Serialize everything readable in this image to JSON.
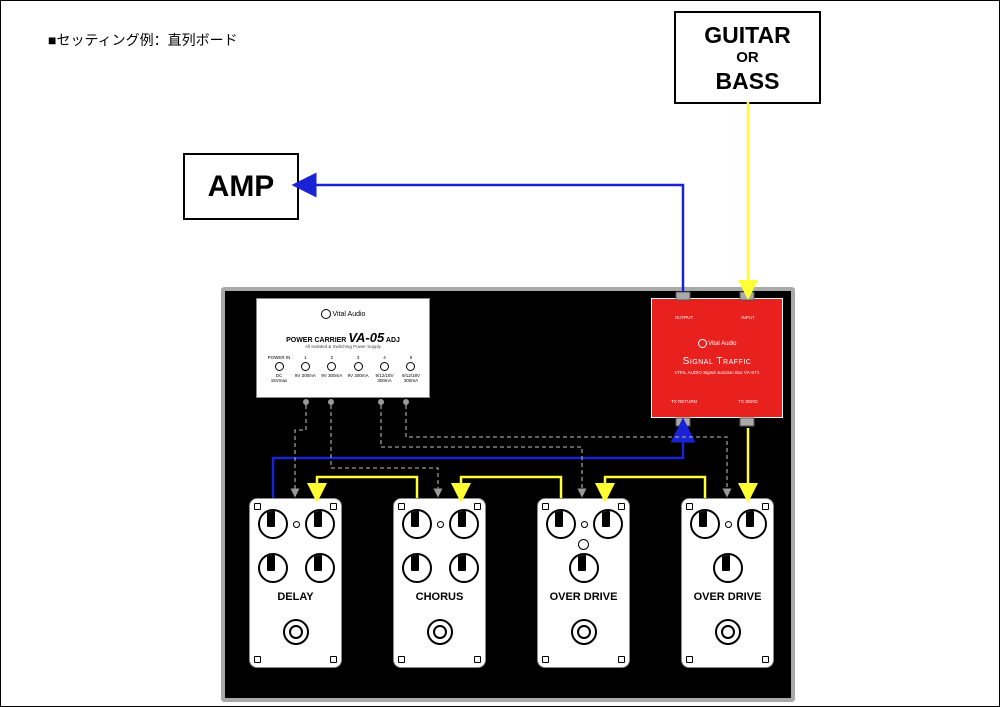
{
  "title": "■セッティング例：直列ボード",
  "guitar": {
    "line1": "GUITAR",
    "line2": "OR",
    "line3": "BASS"
  },
  "amp": {
    "label": "AMP"
  },
  "power_supply": {
    "logo": "Vital Audio",
    "model_prefix": "POWER CARRIER",
    "model": "VA-05",
    "model_suffix": "ADJ",
    "subtitle": "All Isolated & Switching Power Supply",
    "ports": [
      {
        "name": "POWER IN",
        "spec": "DC 15Vmax"
      },
      {
        "name": "1",
        "spec": "9V 300mA"
      },
      {
        "name": "2",
        "spec": "9V 300mA"
      },
      {
        "name": "3",
        "spec": "9V 300mA"
      },
      {
        "name": "4",
        "spec": "9/12/18V 300mA"
      },
      {
        "name": "5",
        "spec": "9/12/18V 300mA"
      }
    ]
  },
  "signal_traffic": {
    "output_label": "OUTPUT",
    "input_label": "INPUT",
    "logo": "Vital Audio",
    "name": "Signal Traffic",
    "subtitle": "VITAL AUDIO Signal Junction Box VA-ST1",
    "return_label": "TX RETURN",
    "send_label": "TX SEND"
  },
  "pedals": [
    {
      "name": "DELAY"
    },
    {
      "name": "CHORUS"
    },
    {
      "name": "OVER DRIVE"
    },
    {
      "name": "OVER DRIVE"
    }
  ],
  "colors": {
    "signal": "#ffff33",
    "output": "#1a22d6",
    "power": "#9a9a9a",
    "traffic_box": "#e8201e"
  }
}
